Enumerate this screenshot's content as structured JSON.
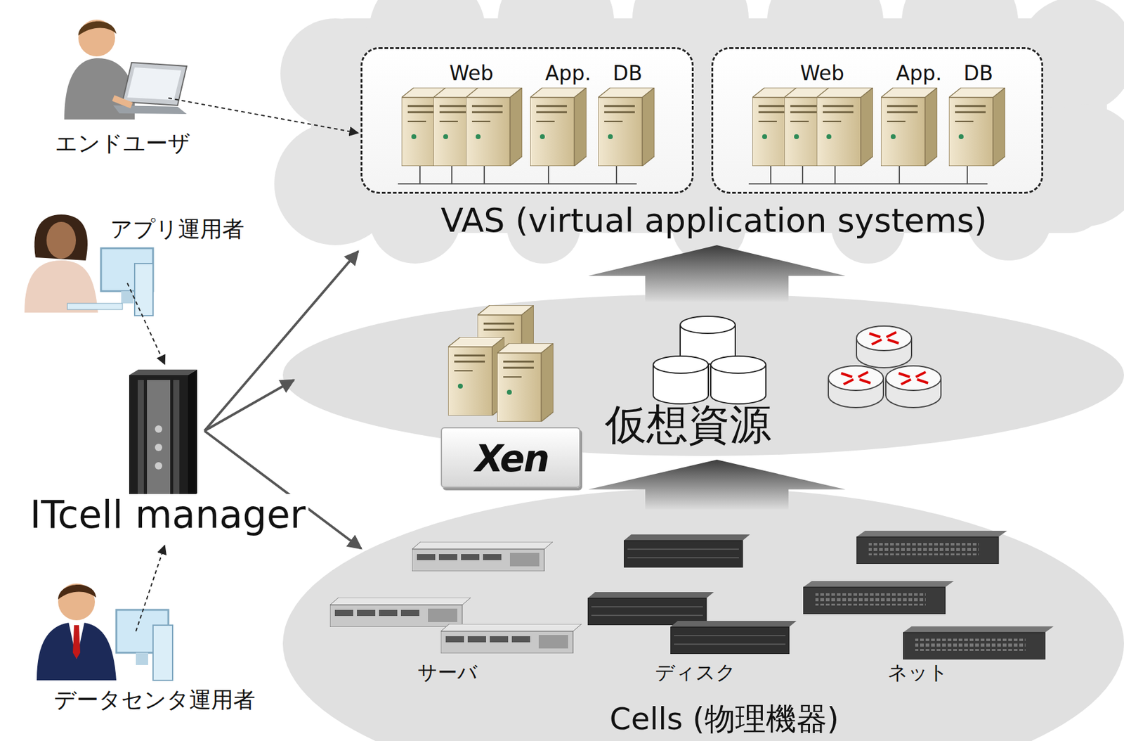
{
  "diagram": {
    "nodes": [
      {
        "text": [
          "エンドユーザ"
        ]
      },
      {
        "text": [
          "VAS (virtual application systems)"
        ]
      },
      {
        "text": [
          "Web",
          "App.",
          "DB"
        ],
        "in": 1
      },
      {
        "text": [
          "Web",
          "App.",
          "DB"
        ],
        "in": 1
      },
      {
        "text": [
          "アプリ運用者"
        ]
      },
      {
        "text": [
          "仮想資源"
        ]
      },
      {
        "text": [
          "Xen"
        ],
        "in": 5
      },
      {
        "text": [
          "ITcell manager"
        ]
      },
      {
        "text": [
          "Cells (物理機器)"
        ]
      },
      {
        "text": [
          "データセンタ運用者"
        ]
      }
    ],
    "edges": [
      {
        "from": 0,
        "to": 2,
        "arrow": "to"
      },
      {
        "from": 4,
        "to": 7,
        "arrow": "to"
      },
      {
        "from": 9,
        "to": 7,
        "arrow": "to"
      },
      {
        "from": 7,
        "to": 1,
        "arrow": "to"
      },
      {
        "from": 7,
        "to": 5,
        "arrow": "to"
      },
      {
        "from": 7,
        "to": 8,
        "arrow": "to"
      },
      {
        "from": 8,
        "to": 5,
        "arrow": "to"
      },
      {
        "from": 5,
        "to": 1,
        "arrow": "to"
      }
    ],
    "labels": [
      "サーバ",
      "ディスク",
      "ネット"
    ]
  }
}
